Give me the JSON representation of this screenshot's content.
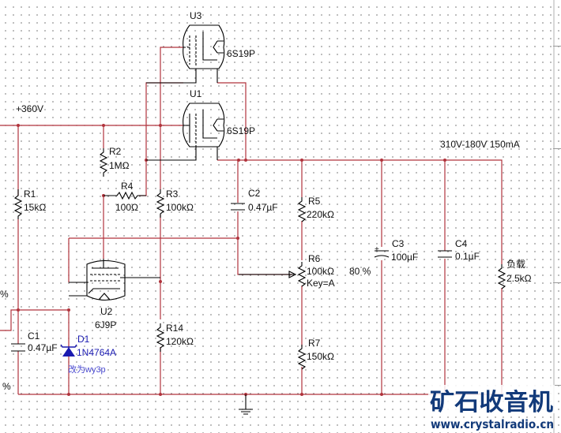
{
  "title": "Tube regulated power supply schematic",
  "colors": {
    "wire": "#b0333c",
    "component": "#000000",
    "diode": "#1a1ab0",
    "logo": "#123a7a"
  },
  "labels": {
    "supply": "+360V",
    "output_spec": "310V-180V 150mA",
    "left_pct_1": "%",
    "left_pct_2": "%"
  },
  "components": {
    "u3": {
      "ref": "U3",
      "value": "6S19P"
    },
    "u1": {
      "ref": "U1",
      "value": "6S19P"
    },
    "u2": {
      "ref": "U2",
      "value": "6J9P"
    },
    "r1": {
      "ref": "R1",
      "value": "15kΩ"
    },
    "r2": {
      "ref": "R2",
      "value": "1MΩ"
    },
    "r3": {
      "ref": "R3",
      "value": "100kΩ"
    },
    "r4": {
      "ref": "R4",
      "value": "100Ω"
    },
    "r5": {
      "ref": "R5",
      "value": "220kΩ"
    },
    "r6": {
      "ref": "R6",
      "value": "100kΩ",
      "key": "Key=A",
      "setting": "80 %"
    },
    "r7": {
      "ref": "R7",
      "value": "150kΩ"
    },
    "r14": {
      "ref": "R14",
      "value": "120kΩ"
    },
    "c1": {
      "ref": "C1",
      "value": "0.47µF"
    },
    "c2": {
      "ref": "C2",
      "value": "0.47µF"
    },
    "c3": {
      "ref": "C3",
      "value": "100µF",
      "polarity": "+"
    },
    "c4": {
      "ref": "C4",
      "value": "0.1µF"
    },
    "d1": {
      "ref": "D1",
      "value": "1N4764A",
      "note": "改为wy3p"
    },
    "load": {
      "ref": "负载",
      "value": "2.5kΩ"
    }
  },
  "watermark": {
    "title": "矿石收音机",
    "url": "www.crystalradio.cn"
  }
}
